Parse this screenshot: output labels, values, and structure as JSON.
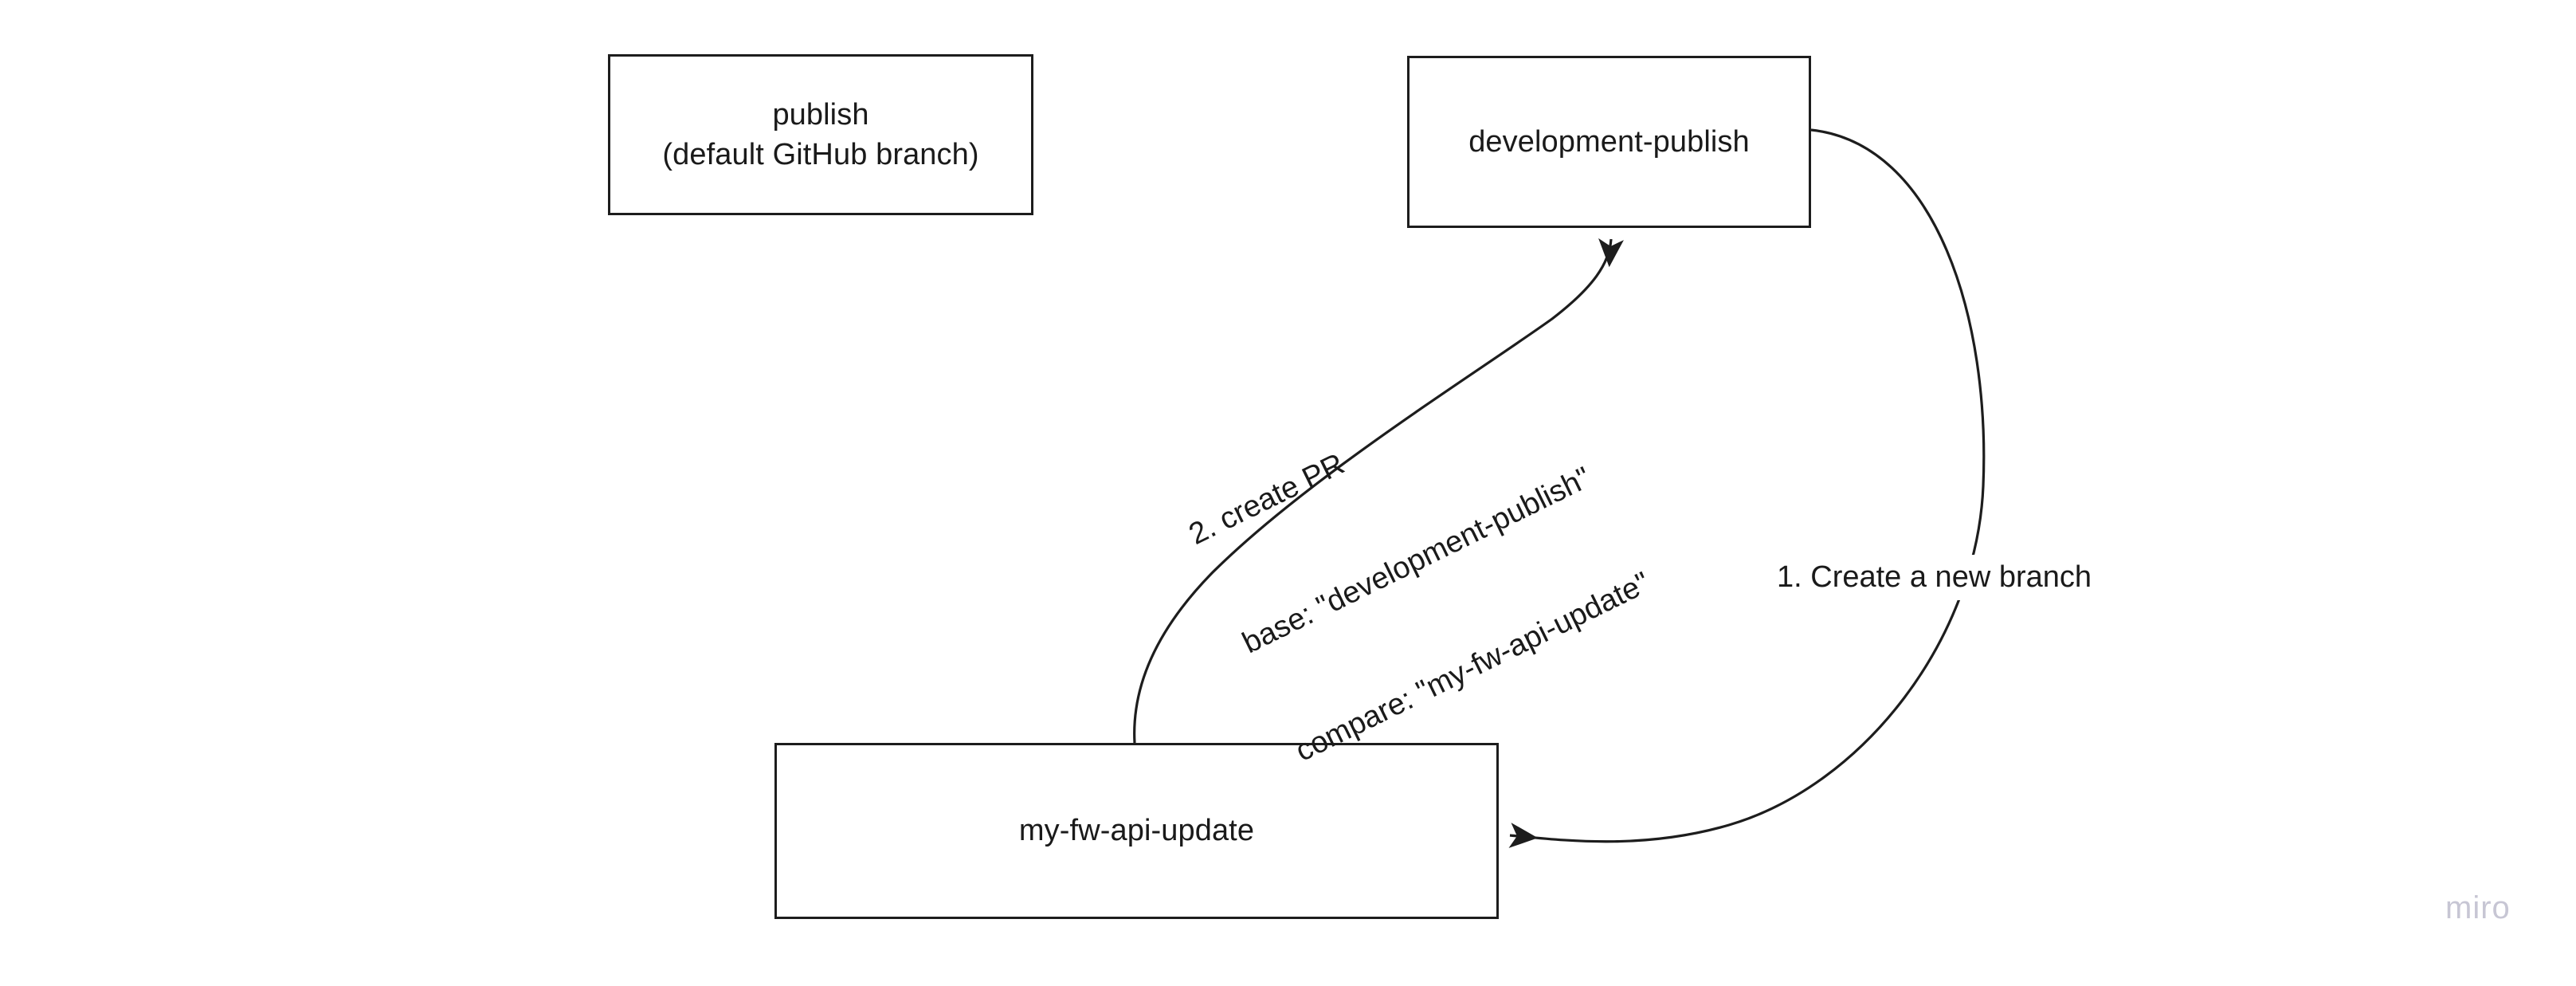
{
  "diagram": {
    "type": "flow-diagram",
    "background_color": "#ffffff",
    "stroke_color": "#1d1d1d",
    "text_color": "#1a1a1a",
    "nodes": [
      {
        "id": "publish",
        "label": "publish\n(default GitHub branch)",
        "line1": "publish",
        "line2": "(default GitHub branch)"
      },
      {
        "id": "development-publish",
        "label": "development-publish"
      },
      {
        "id": "my-fw-api-update",
        "label": "my-fw-api-update"
      }
    ],
    "edges": [
      {
        "id": "create-branch",
        "from": "development-publish",
        "to": "my-fw-api-update",
        "label": "1. Create a new branch"
      },
      {
        "id": "create-pr",
        "from": "my-fw-api-update",
        "to": "development-publish",
        "label_line1": "2. create PR",
        "label_line2": "base: \"development-publish\"",
        "label_line3": "compare: \"my-fw-api-update\""
      }
    ]
  },
  "watermark": {
    "text": "miro",
    "color": "#c7c6d4"
  }
}
